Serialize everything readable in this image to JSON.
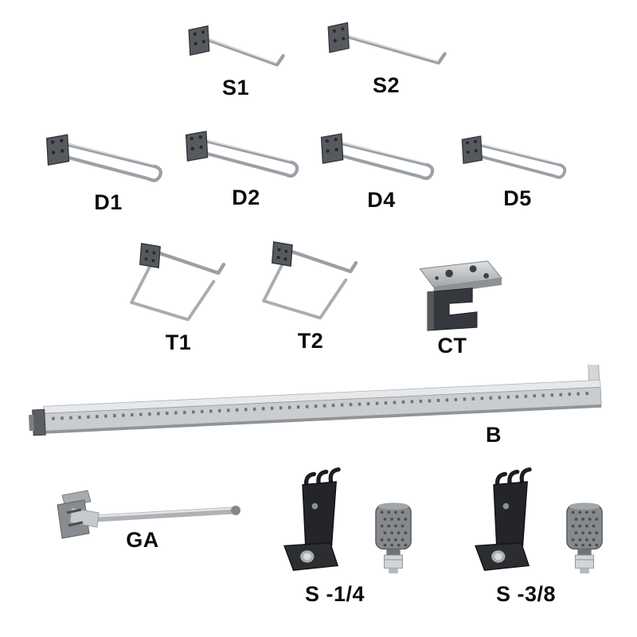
{
  "figure": {
    "background_color": "#ffffff",
    "label_text_color": "#0d0d0d",
    "wire_metal_color": "#9aa0a5",
    "plate_metal_color": "#565a5e",
    "black_bracket_color": "#232528"
  },
  "parts": {
    "s1": {
      "label": "S1"
    },
    "s2": {
      "label": "S2"
    },
    "d1": {
      "label": "D1"
    },
    "d2": {
      "label": "D2"
    },
    "d4": {
      "label": "D4"
    },
    "d5": {
      "label": "D5"
    },
    "t1": {
      "label": "T1"
    },
    "t2": {
      "label": "T2"
    },
    "ct": {
      "label": "CT"
    },
    "b": {
      "label": "B"
    },
    "ga": {
      "label": "GA"
    },
    "s14": {
      "label": "S -1/4"
    },
    "s38": {
      "label": "S -3/8"
    }
  }
}
